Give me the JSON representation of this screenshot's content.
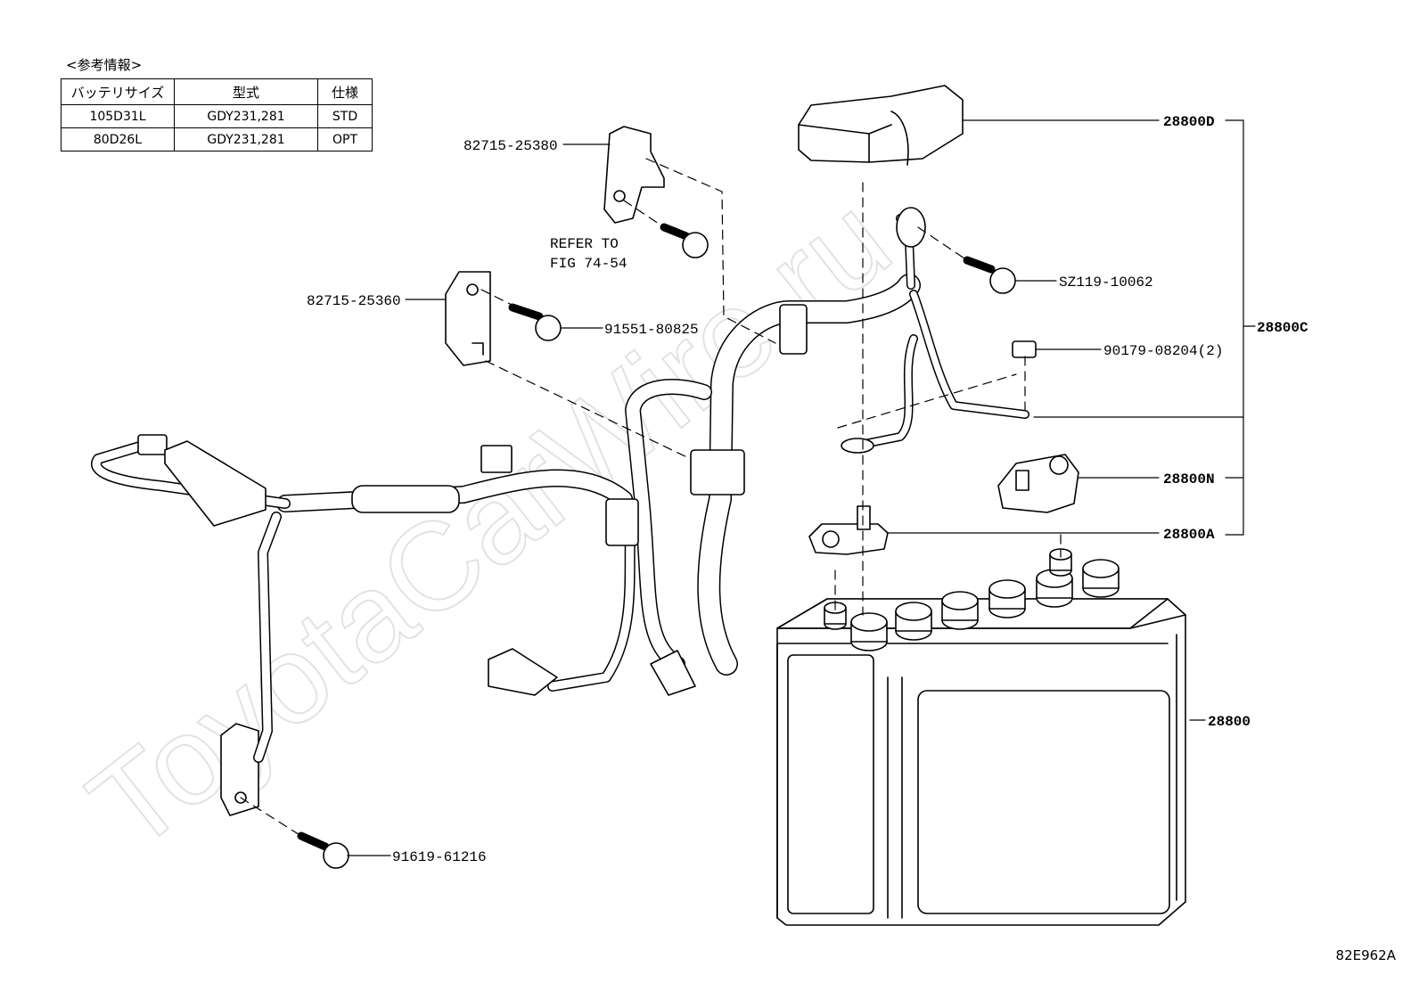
{
  "reference_info": {
    "caption": "<参考情報>",
    "headers": [
      "バッテリサイズ",
      "型式",
      "仕様"
    ],
    "rows": [
      [
        "105D31L",
        "GDY231,281",
        "STD"
      ],
      [
        "80D26L",
        "GDY231,281",
        "OPT"
      ]
    ]
  },
  "callouts": {
    "p28800D": "28800D",
    "p28800C": "28800C",
    "p28800N": "28800N",
    "p28800A": "28800A",
    "p28800": "28800",
    "p82715_25380": "82715-25380",
    "p82715_25360": "82715-25360",
    "p91551_80825": "91551-80825",
    "pSZ119_10062": "SZ119-10062",
    "p90179_08204": "90179-08204(2)",
    "p91619_61216": "91619-61216",
    "refer_to": "REFER TO",
    "refer_fig": "FIG 74-54"
  },
  "watermark": "ToyotaCarWire.ru",
  "figure_code": "82E962A"
}
